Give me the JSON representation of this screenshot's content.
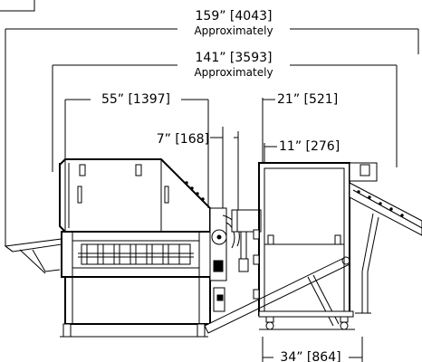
{
  "dimensions": {
    "overall": {
      "value": "159” [4043]",
      "note": "Approximately"
    },
    "second": {
      "value": "141” [3593]",
      "note": "Approximately"
    },
    "d55": {
      "value": "55” [1397]"
    },
    "d21": {
      "value": "21” [521]"
    },
    "d7": {
      "value": "7” [168]"
    },
    "d11": {
      "value": "11” [276]"
    },
    "d34": {
      "value": "34” [864]"
    }
  }
}
